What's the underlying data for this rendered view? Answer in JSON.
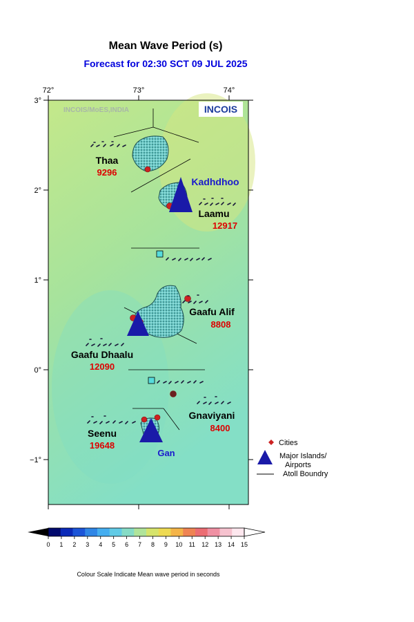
{
  "title": "Mean Wave Period (s)",
  "subtitle": "Forecast for  02:30 SCT 09 JUL 2025",
  "watermark": "INCOIS/MoES,INDIA",
  "logo_text": "INCOIS",
  "colors": {
    "title": "#000000",
    "subtitle": "#0000dd",
    "value_text": "#dd0000",
    "airport": "#1a1aa8",
    "city": "#cc2222"
  },
  "axes": {
    "lon_ticks": [
      {
        "label": "72°",
        "lon": 72
      },
      {
        "label": "73°",
        "lon": 73
      },
      {
        "label": "74°",
        "lon": 74
      }
    ],
    "lat_ticks": [
      {
        "label": "3°",
        "lat": 3
      },
      {
        "label": "2°",
        "lat": 2
      },
      {
        "label": "1°",
        "lat": 1
      },
      {
        "label": "0°",
        "lat": 0
      },
      {
        "label": "−1°",
        "lat": -1
      }
    ],
    "lon_range": [
      72,
      74.2
    ],
    "lat_range": [
      -1.5,
      3
    ]
  },
  "atolls": [
    {
      "name": "Thaa",
      "value": "9296"
    },
    {
      "name": "Laamu",
      "value": "12917"
    },
    {
      "name": "Gaafu Alif",
      "value": "8808"
    },
    {
      "name": "Gaafu Dhaalu",
      "value": "12090"
    },
    {
      "name": "Gnaviyani",
      "value": "8400"
    },
    {
      "name": "Seenu",
      "value": "19648"
    }
  ],
  "airports": [
    {
      "name": "Kadhdhoo"
    },
    {
      "name": "Gan"
    }
  ],
  "legend": {
    "cities": "Cities",
    "islands_line1": "Major Islands/",
    "islands_line2": "Airports",
    "boundary": "Atoll Boundry"
  },
  "colorbar": {
    "ticks": [
      "0",
      "1",
      "2",
      "3",
      "4",
      "5",
      "6",
      "7",
      "8",
      "9",
      "10",
      "11",
      "12",
      "13",
      "14",
      "15"
    ],
    "colors": [
      "#020a6e",
      "#0b2ab8",
      "#1c55d8",
      "#2f86e6",
      "#45aef0",
      "#62cbe6",
      "#86dcc6",
      "#b0e49a",
      "#d6e46c",
      "#eeda52",
      "#f4b448",
      "#ef8453",
      "#ec6d73",
      "#f090a3",
      "#f6c2cf",
      "#fde7ee"
    ],
    "note": "Colour Scale Indicate Mean wave period in seconds"
  }
}
